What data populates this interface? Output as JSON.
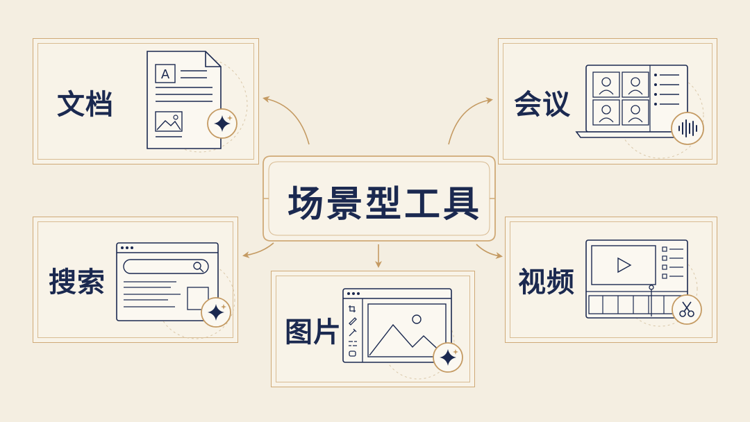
{
  "center": {
    "title": "场景型工具"
  },
  "nodes": [
    {
      "key": "doc",
      "label": "文档",
      "icon": "document-icon",
      "badge": "sparkle-icon"
    },
    {
      "key": "meeting",
      "label": "会议",
      "icon": "video-conference-icon",
      "badge": "audio-wave-icon"
    },
    {
      "key": "search",
      "label": "搜索",
      "icon": "browser-search-icon",
      "badge": "sparkle-icon"
    },
    {
      "key": "image",
      "label": "图片",
      "icon": "image-editor-icon",
      "badge": "sparkle-icon"
    },
    {
      "key": "video",
      "label": "视频",
      "icon": "video-editor-icon",
      "badge": "scissors-icon"
    }
  ],
  "colors": {
    "background": "#f4eee1",
    "card_border": "#cfa976",
    "ink": "#1b2950",
    "arrow": "#c49a62"
  }
}
